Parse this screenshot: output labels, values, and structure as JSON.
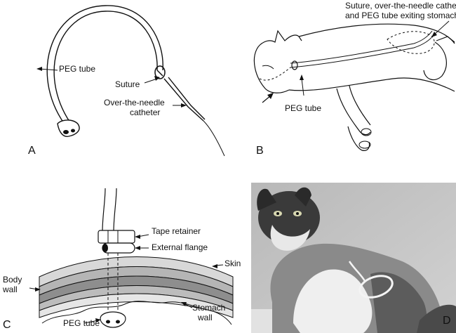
{
  "panels": {
    "a": {
      "letter": "A",
      "labels": {
        "peg_tube": "PEG tube",
        "suture": "Suture",
        "catheter_line1": "Over-the-needle",
        "catheter_line2": "catheter"
      }
    },
    "b": {
      "letter": "B",
      "labels": {
        "caption_line1": "Suture, over-the-needle catheter,",
        "caption_line2": "and PEG tube exiting stomach",
        "peg_tube": "PEG tube"
      }
    },
    "c": {
      "letter": "C",
      "labels": {
        "tape_retainer": "Tape retainer",
        "external_flange": "External flange",
        "skin": "Skin",
        "body_wall_line1": "Body",
        "body_wall_line2": "wall",
        "peg_tube": "PEG tube",
        "stomach_wall_line1": "Stomach",
        "stomach_wall_line2": "wall"
      }
    },
    "d": {
      "letter": "D"
    }
  }
}
